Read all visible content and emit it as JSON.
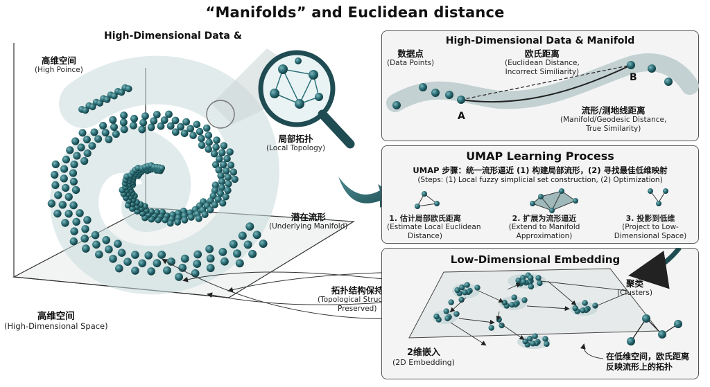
{
  "title": "“Manifolds” and Euclidean distance",
  "left": {
    "heading": "High-Dimensional Data &",
    "corner_label_zh": "高维空间",
    "corner_label_en": "(High Poince)",
    "space_label_zh": "高维空间",
    "space_label_en": "(High-Dimensional Space)",
    "local_topology_zh": "局部拓扑",
    "local_topology_en": "(Local Topology)",
    "underlying_zh": "潜在流形",
    "underlying_en": "(Underlying Manifold)",
    "preserved_zh": "拓扑结构保持",
    "preserved_en_1": "(Topological Structure",
    "preserved_en_2": "Preserved)"
  },
  "panel1": {
    "title": "High-Dimensional Data & Manifold",
    "points_zh": "数据点",
    "points_en": "(Data Points)",
    "euclid_zh": "欧氏距离",
    "euclid_en_1": "(Euclidean Distance,",
    "euclid_en_2": "Incorrect Similiarity)",
    "label_a": "A",
    "label_b": "B",
    "geo_zh": "流形/测地线距离",
    "geo_en_1": "(Manifold/Geodesic Distance,",
    "geo_en_2": "True Similarity)"
  },
  "panel2": {
    "title": "UMAP Learning Process",
    "steps_zh": "UMAP 步骤：统一流形逼近 (1) 构建局部流形，(2) 寻找最佳低维映射",
    "steps_en": "(Steps: (1) Local fuzzy simplicial set construction, (2) Optimization)",
    "s1_zh": "1. 估计局部欧氏距离",
    "s1_en_1": "(Estimate Local Euclidean",
    "s1_en_2": "Distance)",
    "s2_zh": "2. 扩展为流形逼近",
    "s2_en_1": "(Extend to Manifold",
    "s2_en_2": "Approximation)",
    "s3_zh": "3. 投影到低维",
    "s3_en_1": "(Project to Low-",
    "s3_en_2": "Dimensional Space)"
  },
  "panel3": {
    "title": "Low-Dimensional Embedding",
    "clusters_zh": "聚类",
    "clusters_en": "(Clusters)",
    "embed_zh": "2维嵌入",
    "embed_en": "(2D Embedding)",
    "note_1": "在低维空间，欧氏距离",
    "note_2": "反映流形上的拓扑"
  },
  "colors": {
    "accent": "#1f5f66",
    "point": "#2d7078",
    "panel_bg": "#f4f4f4",
    "border": "#555555"
  }
}
